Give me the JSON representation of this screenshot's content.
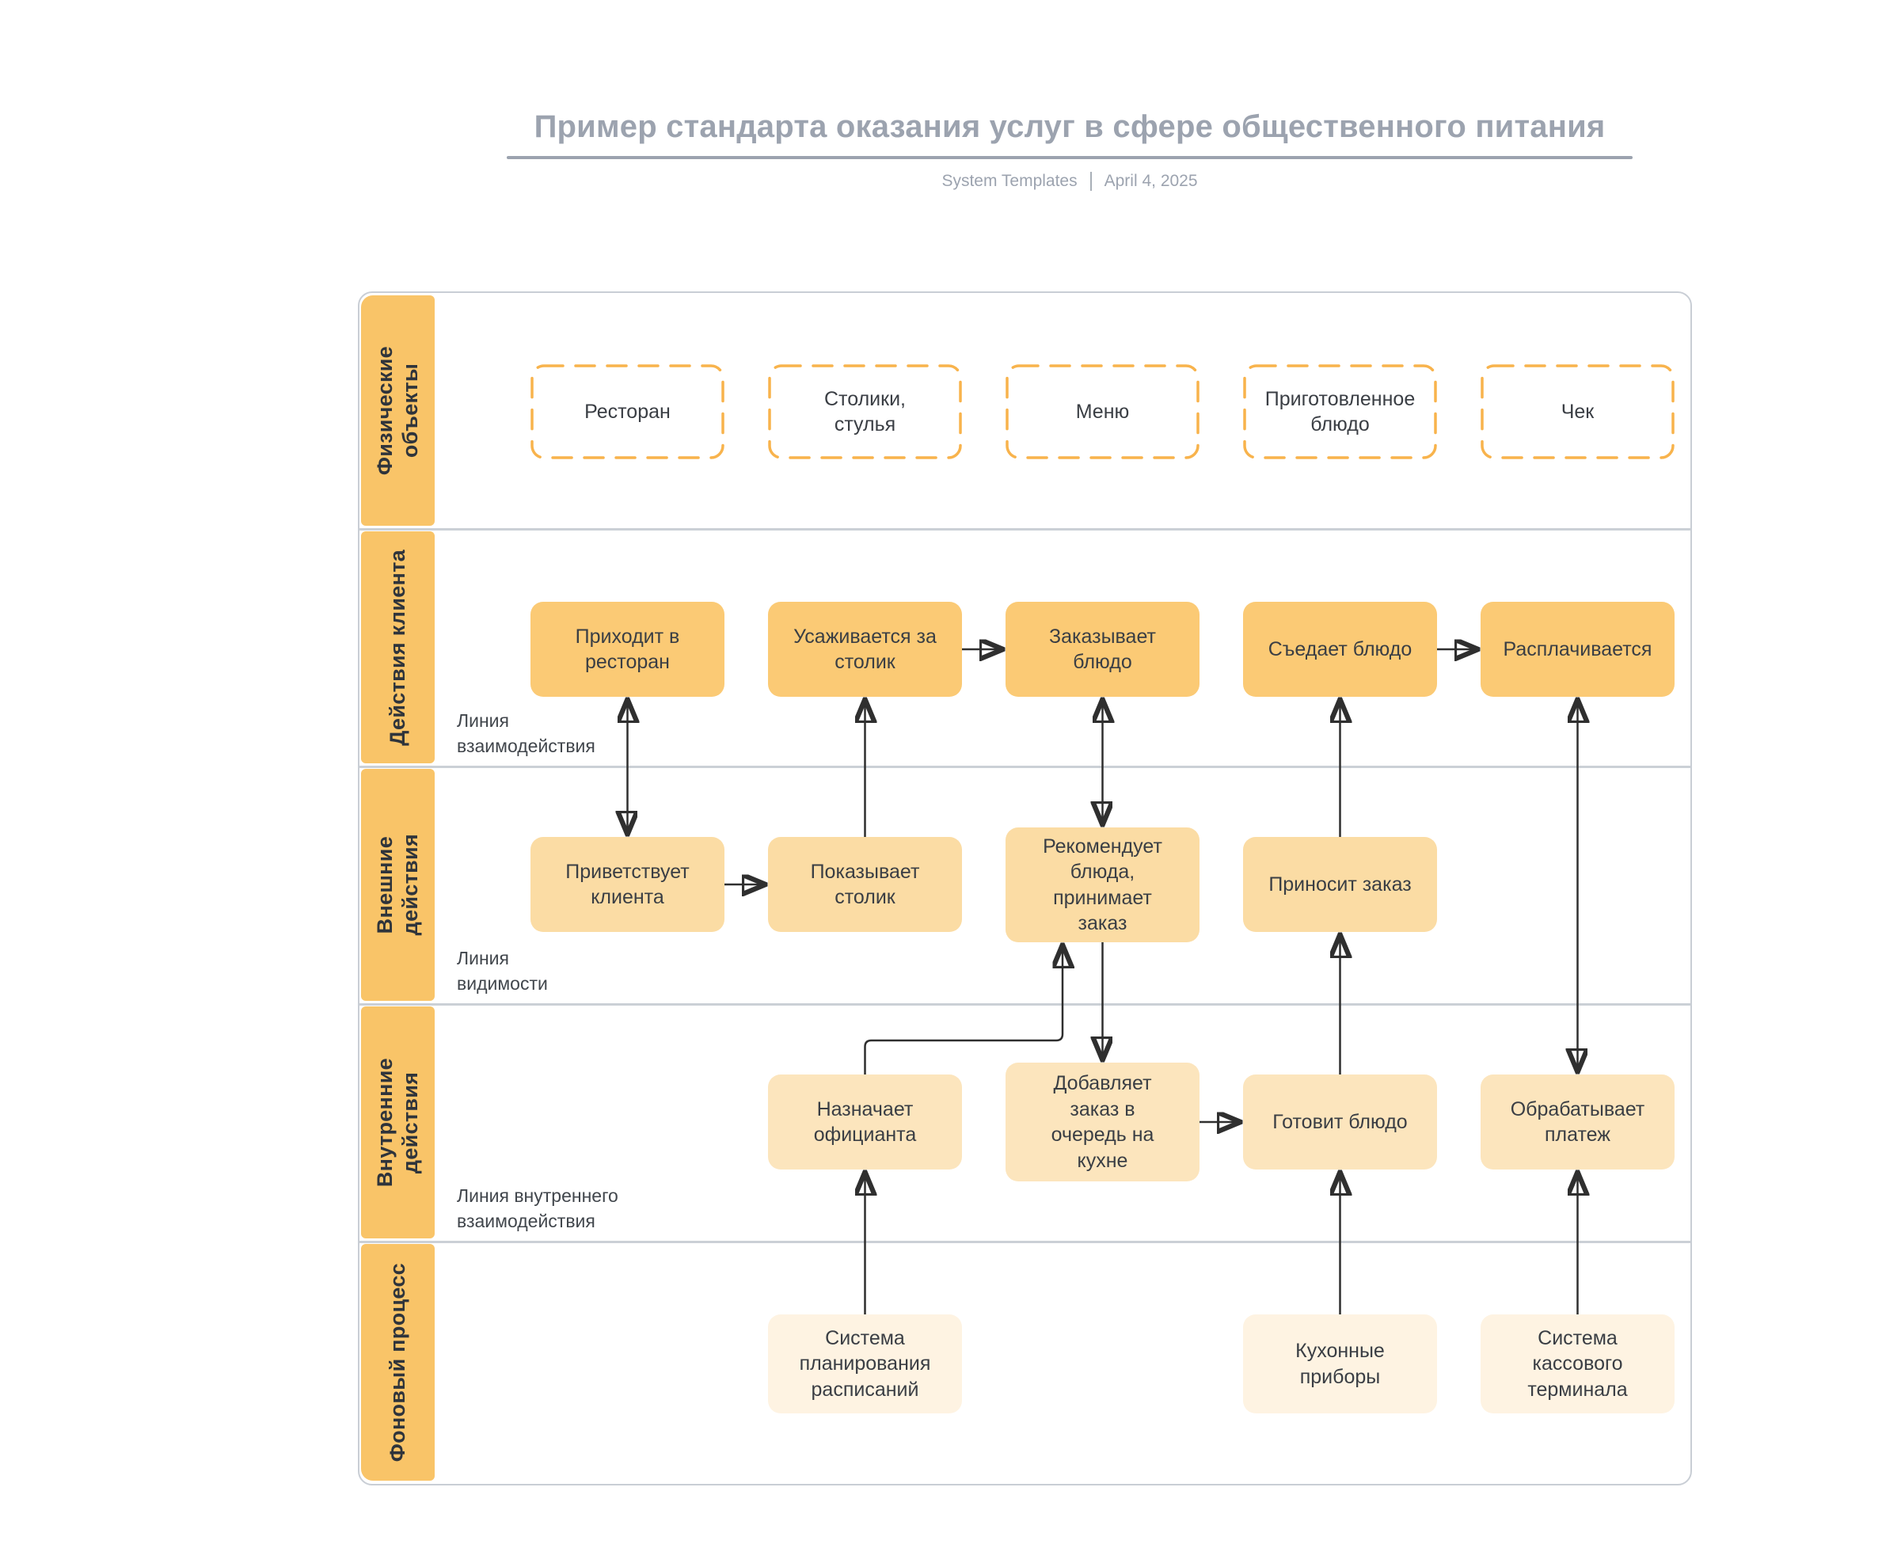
{
  "page": {
    "title": "Пример стандарта оказания услуг в сфере общественного питания",
    "source": "System Templates",
    "date": "April 4, 2025"
  },
  "lanes": [
    "Физические\nобъекты",
    "Действия клиента",
    "Внешние\nдействия",
    "Внутренние\nдействия",
    "Фоновый процесс"
  ],
  "separator_labels": [
    "Линия\nвзаимодействия",
    "Линия\nвидимости",
    "Линия внутреннего\nвзаимодействия"
  ],
  "physical_objects": [
    "Ресторан",
    "Столики,\nстулья",
    "Меню",
    "Приготовленное\nблюдо",
    "Чек"
  ],
  "customer_actions": [
    "Приходит в\nресторан",
    "Усаживается за\nстолик",
    "Заказывает\nблюдо",
    "Съедает блюдо",
    "Расплачивается"
  ],
  "frontstage_actions": [
    "Приветствует\nклиента",
    "Показывает\nстолик",
    "Рекомендует\nблюда,\nпринимает\nзаказ",
    "Приносит заказ"
  ],
  "backstage_actions": [
    "Назначает\nофицианта",
    "Добавляет\nзаказ в\nочередь на\nкухне",
    "Готовит блюдо",
    "Обрабатывает\nплатеж"
  ],
  "support_processes": [
    "Система\nпланирования\nрасписаний",
    "Кухонные\nприборы",
    "Система\nкассового\nтерминала"
  ],
  "colors": {
    "lane_header": "#F9C468",
    "customer_box": "#FBCA75",
    "frontstage_box": "#FBDCA4",
    "backstage_box": "#FCE5BD",
    "support_box": "#FEF3E2",
    "dashed_border": "#F8B34C",
    "grid_line": "#CBD0D6",
    "arrow": "#2F2F2F",
    "title_text": "#9CA3AF"
  }
}
